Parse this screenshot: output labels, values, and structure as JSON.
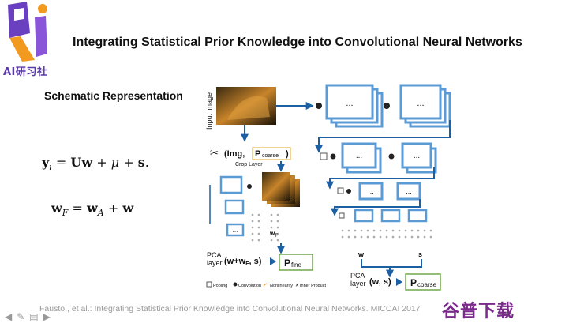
{
  "logo": {
    "text": "AI研习社",
    "brand_color": "#6a3fc0",
    "accent_color": "#f29a1f"
  },
  "slide": {
    "title": "Integrating Statistical Prior Knowledge into Convolutional Neural Networks",
    "subtitle": "Schematic Representation",
    "equation1": "yᵢ = Uw + μ + s.",
    "equation2": "w_F = w_A + w",
    "citation": "Fausto., et al.: Integrating Statistical Prior Knowledge into Convolutional Neural Networks. MICCAI 2017"
  },
  "figure": {
    "input_label": "Input image",
    "crop_prefix": "(Img,",
    "crop_arg": "P",
    "crop_sub": "coarse",
    "crop_suffix": ")",
    "crop_caption": "Crop Layer",
    "ellipsis": "...",
    "pca_left_label": "PCA",
    "pca_left_label2": "layer",
    "pca_left_args": "(w+w",
    "pca_left_args_sub": "F",
    "pca_left_args_end": ", s)",
    "pca_left_out": "P",
    "pca_left_out_sub": "fine",
    "pca_right_label": "PCA",
    "pca_right_label2": "layer",
    "pca_right_args": "(w, s)",
    "pca_right_out": "P",
    "pca_right_out_sub": "coarse",
    "node_w": "w",
    "node_s": "s",
    "node_wf": "w",
    "node_wf_sub": "F",
    "legend_pooling": "Pooling",
    "legend_convolution": "Convolution",
    "legend_nonlinearity": "Nonlinearity",
    "legend_inner": "Inner Product",
    "block_color": "#5b9bd5",
    "output_box_color": "#70a84a"
  },
  "controls": {
    "icons": [
      "arrow-left-icon",
      "pencil-icon",
      "menu-icon",
      "arrow-right-icon"
    ]
  },
  "watermark": {
    "text": "谷普下载"
  }
}
